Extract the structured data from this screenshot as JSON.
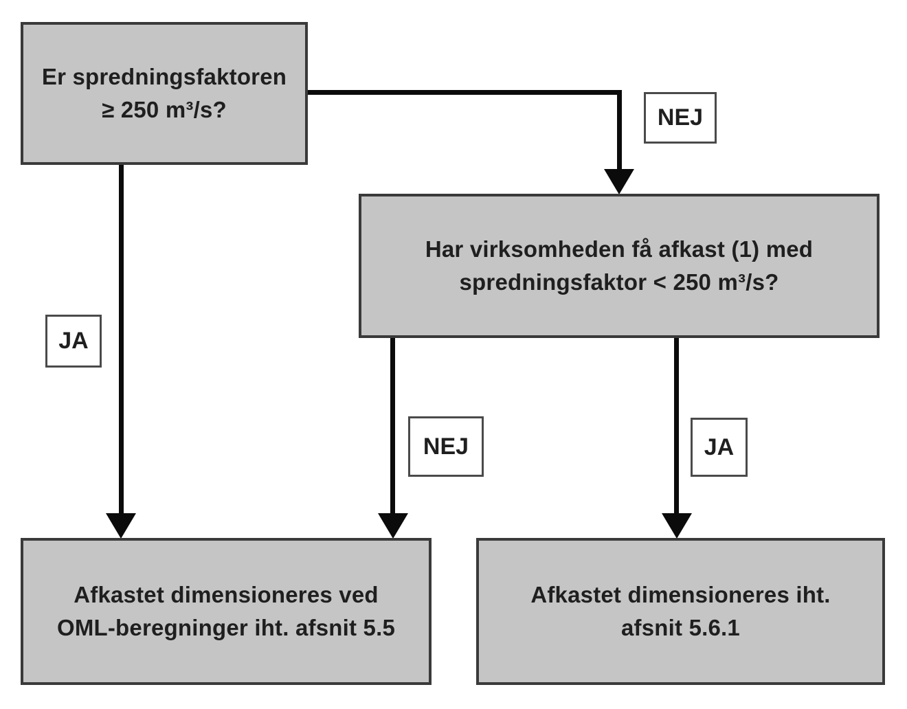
{
  "diagram": {
    "title": "Afkast dimensionering flowchart",
    "colors": {
      "node_fill": "#c5c5c5",
      "node_border": "#3a3a3a",
      "line": "#0b0b0b",
      "label_bg": "#ffffff",
      "label_border": "#4a4a4a",
      "text": "#1f1f1f"
    },
    "nodes": {
      "q_spredningsfaktor": {
        "text": "Er spredningsfaktoren\n≥ 250 m³/s?"
      },
      "q_faa_afkast": {
        "text": "Har virksomheden få afkast (1) med\nspredningsfaktor < 250 m³/s?"
      },
      "result_oml": {
        "text": "Afkastet dimensioneres ved\nOML-beregninger iht. afsnit 5.5"
      },
      "result_afsnit_561": {
        "text": "Afkastet dimensioneres iht.\nafsnit 5.6.1"
      }
    },
    "edge_labels": {
      "nej_top": "NEJ",
      "ja_left": "JA",
      "nej_middle": "NEJ",
      "ja_right": "JA"
    }
  }
}
